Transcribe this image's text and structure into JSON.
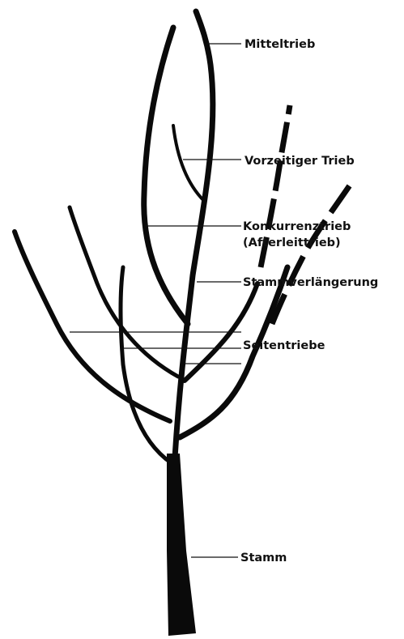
{
  "colors": {
    "ink": "#0a0a0a",
    "background": "#ffffff"
  },
  "labels": {
    "mitteltrieb": "Mitteltrieb",
    "vorzeitiger_trieb": "Vorzeitiger Trieb",
    "konkurrenztrieb": "Konkurrenztrieb",
    "afterleittrieb": "(Afterleittrieb)",
    "stammverlaengerung": "Stammverlängerung",
    "seitentriebe": "Seitentriebe",
    "stamm": "Stamm"
  }
}
